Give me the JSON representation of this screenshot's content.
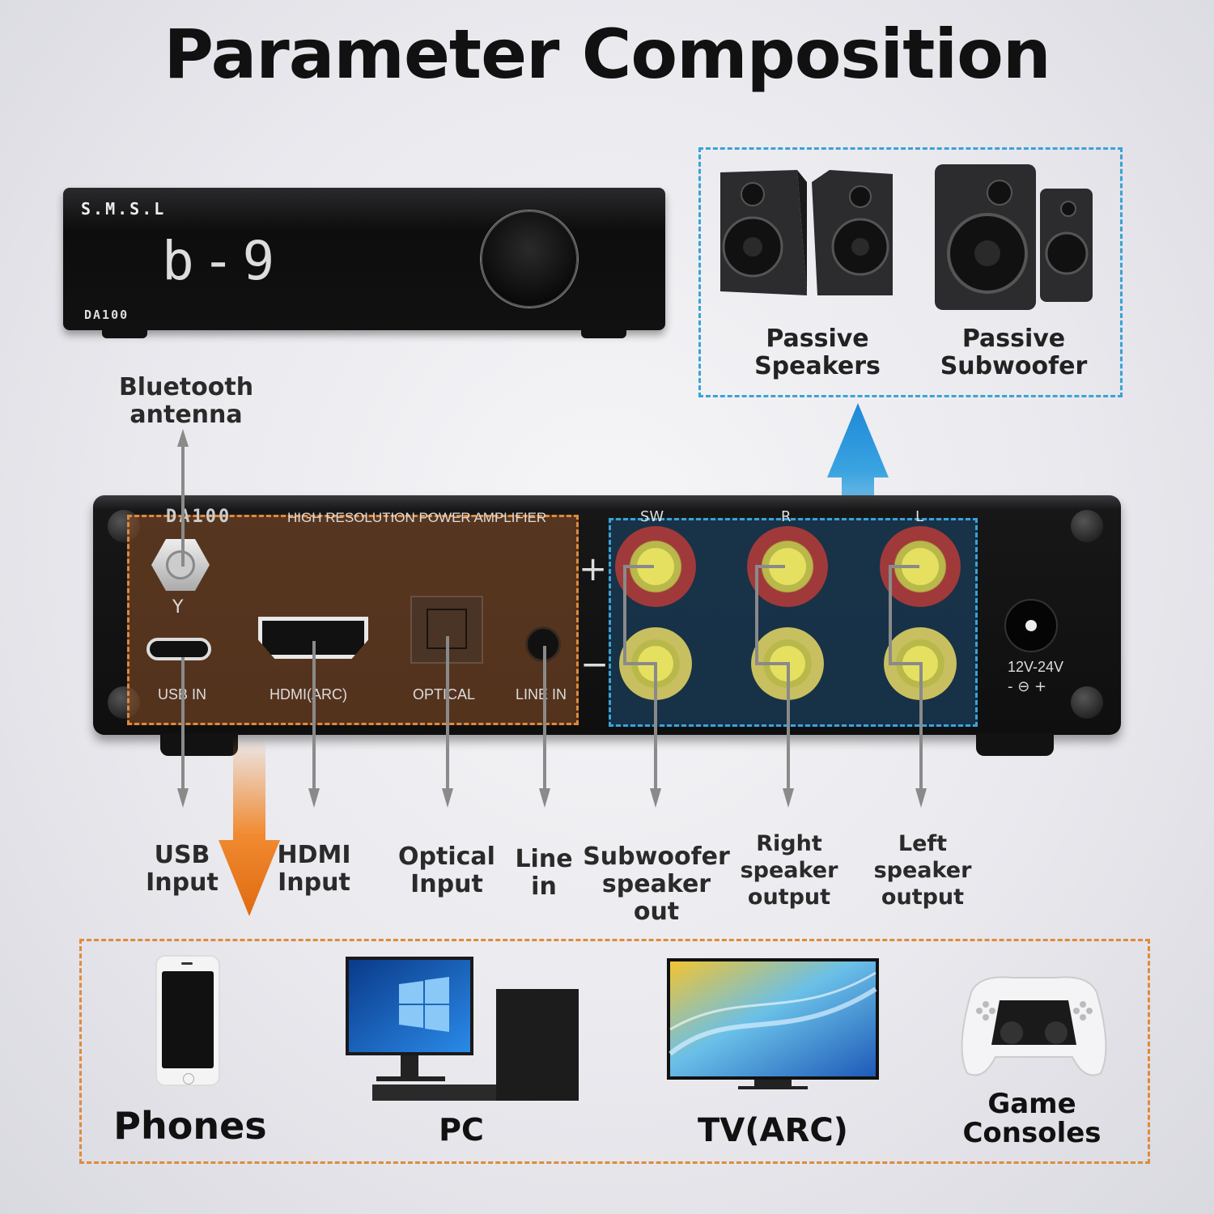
{
  "title": "Parameter Composition",
  "front_unit": {
    "brand": "S.M.S.L",
    "display": "b-9",
    "model": "DA100"
  },
  "rear_panel": {
    "model": "DA100",
    "subtitle": "HIGH RESOLUTION POWER AMPLIFIER",
    "port_labels": {
      "usb": "USB IN",
      "hdmi": "HDMI(ARC)",
      "optical": "OPTICAL",
      "line": "LINE IN"
    },
    "terminal_labels": {
      "sw": "SW",
      "r": "R",
      "l": "L"
    },
    "power": {
      "voltage": "12V-24V",
      "polarity": "- ⊖ +"
    },
    "plus": "+",
    "minus": "−"
  },
  "callouts": {
    "bluetooth": [
      "Bluetooth",
      "antenna"
    ],
    "usb": [
      "USB",
      "Input"
    ],
    "hdmi": [
      "HDMI",
      "Input"
    ],
    "optical": [
      "Optical",
      "Input"
    ],
    "line": [
      "Line",
      "in"
    ],
    "subwoofer": [
      "Subwoofer",
      "speaker out"
    ],
    "right": [
      "Right",
      "speaker",
      "output"
    ],
    "left": [
      "Left",
      "speaker",
      "output"
    ]
  },
  "outputs": {
    "passive_speakers": [
      "Passive",
      "Speakers"
    ],
    "passive_subwoofer": [
      "Passive",
      "Subwoofer"
    ]
  },
  "sources": {
    "phones": "Phones",
    "pc": "PC",
    "tv": "TV(ARC)",
    "game": [
      "Game",
      "Consoles"
    ]
  },
  "colors": {
    "blue_accent": "#3aa3d6",
    "orange_accent": "#e08a3a",
    "terminal_yellow": "#e6e060",
    "terminal_red": "#a03a3a"
  }
}
